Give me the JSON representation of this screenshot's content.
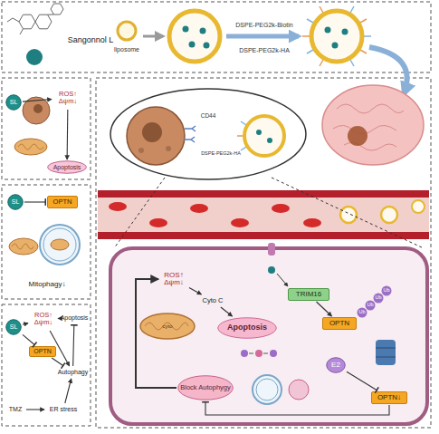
{
  "diagram": {
    "nodes": [
      {
        "text": [
          "Sangonnol L"
        ]
      },
      {
        "text": [
          "liposome"
        ]
      },
      {
        "text": [
          "SL"
        ]
      },
      {
        "text": [
          "ROS↑ Δψm↓"
        ]
      },
      {
        "text": [
          "Apoptosis"
        ]
      },
      {
        "text": [
          "SL"
        ]
      },
      {
        "text": [
          "OPTN"
        ]
      },
      {
        "text": [
          "SL"
        ]
      },
      {
        "text": [
          "ROS↑ Δψm↓"
        ]
      },
      {
        "text": [
          "OPTN"
        ]
      },
      {
        "text": [
          "Apoptosis"
        ]
      },
      {
        "text": [
          "Autophagy"
        ]
      },
      {
        "text": [
          "TMZ"
        ]
      },
      {
        "text": [
          "ER stress"
        ]
      },
      {
        "text": [
          "ROS↑ Δψm↓"
        ]
      },
      {
        "text": [
          "Cyto C"
        ]
      },
      {
        "text": [
          "Apoptosis"
        ]
      },
      {
        "text": [
          "TRIM16"
        ]
      },
      {
        "text": [
          "OPTN"
        ]
      },
      {
        "text": [
          "E2"
        ]
      },
      {
        "text": [
          "OPTN↓"
        ]
      },
      {
        "text": [
          "Block Autophygy"
        ]
      }
    ],
    "edges": [
      {
        "from": 2,
        "to": 3,
        "arrow": "to"
      },
      {
        "from": 3,
        "to": 4,
        "arrow": "to"
      },
      {
        "from": 5,
        "to": 6,
        "arrow": "to"
      },
      {
        "from": 7,
        "to": 8,
        "arrow": "to"
      },
      {
        "from": 7,
        "to": 9,
        "arrow": "to"
      },
      {
        "from": 8,
        "to": 10,
        "arrow": "to"
      },
      {
        "from": 8,
        "to": 11,
        "arrow": "to"
      },
      {
        "from": 9,
        "to": 11,
        "arrow": "to"
      },
      {
        "from": 12,
        "to": 13,
        "arrow": "to"
      },
      {
        "from": 13,
        "to": 11,
        "arrow": "to"
      },
      {
        "from": 11,
        "to": 10,
        "arrow": "to"
      },
      {
        "from": 14,
        "to": 15,
        "arrow": "to"
      },
      {
        "from": 15,
        "to": 16,
        "arrow": "to"
      },
      {
        "from": 17,
        "to": 18,
        "arrow": "to"
      },
      {
        "from": 19,
        "to": 20,
        "arrow": "to"
      },
      {
        "from": 20,
        "to": 21,
        "arrow": "to"
      },
      {
        "from": 21,
        "to": 14,
        "arrow": "to"
      }
    ],
    "labels": [
      "DSPE-PEG2k-Biotin",
      "DSPE-PEG2k-HA",
      "Mitophagy↓",
      "CD44",
      "DSPE-PEG2k-HA",
      "cyto",
      "Ub",
      "Ub",
      "Ub",
      "Ub"
    ]
  }
}
